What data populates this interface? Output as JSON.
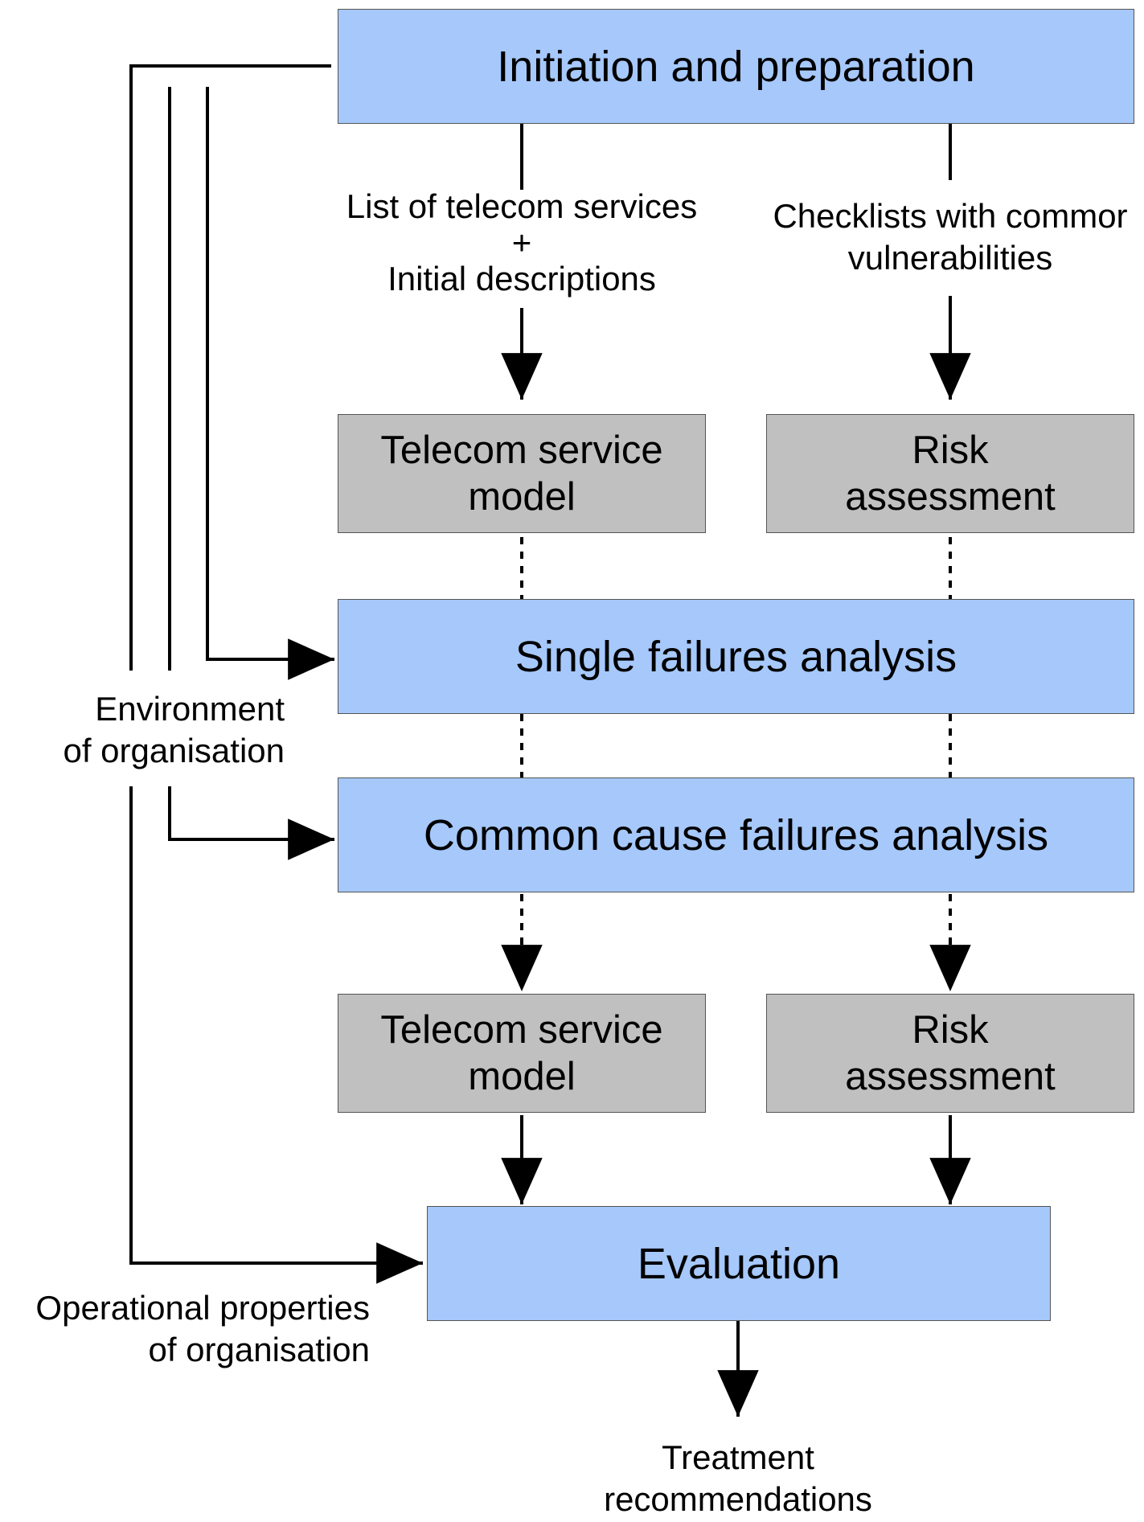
{
  "boxes": {
    "initiation": "Initiation and preparation",
    "telecom_model_1": [
      "Telecom service",
      "model"
    ],
    "risk_assessment_1": [
      "Risk",
      "assessment"
    ],
    "single_failures": "Single failures analysis",
    "common_cause": "Common cause failures analysis",
    "telecom_model_2": [
      "Telecom service",
      "model"
    ],
    "risk_assessment_2": [
      "Risk",
      "assessment"
    ],
    "evaluation": "Evaluation"
  },
  "labels": {
    "telecom_list": [
      "List of telecom services",
      "+",
      "Initial descriptions"
    ],
    "checklists": [
      "Checklists with commor",
      "vulnerabilities"
    ],
    "environment": [
      "Environment",
      "of organisation"
    ],
    "operational": [
      "Operational properties",
      "of organisation"
    ],
    "treatment": [
      "Treatment",
      "recommendations"
    ]
  },
  "colors": {
    "process_box": "#a6c8fb",
    "artifact_box": "#c0c0c0",
    "line": "#000000"
  }
}
